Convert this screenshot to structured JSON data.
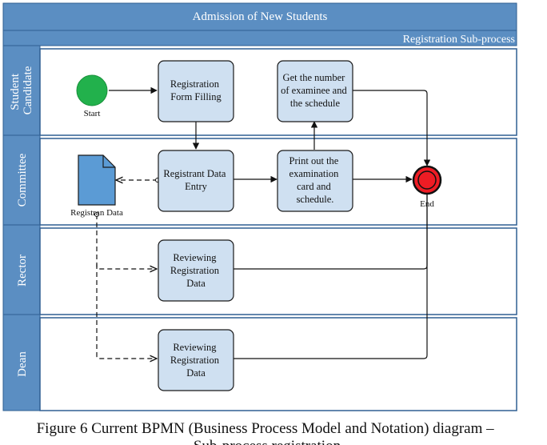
{
  "pool": {
    "title": "Admission of New Students",
    "subprocess_label": "Registration Sub-process"
  },
  "lanes": [
    {
      "lines": [
        "Student",
        "Candidate"
      ]
    },
    {
      "lines": [
        "Committee"
      ]
    },
    {
      "lines": [
        "Rector"
      ]
    },
    {
      "lines": [
        "Dean"
      ]
    }
  ],
  "events": {
    "start": "Start",
    "end": "End"
  },
  "tasks": {
    "form_filling": [
      "Registration",
      "Form Filling"
    ],
    "get_examinee": [
      "Get the number",
      "of examinee and",
      "the schedule"
    ],
    "data_entry": [
      "Registrant Data",
      "Entry"
    ],
    "print_card": [
      "Print out the",
      "examination",
      "card and",
      "schedule."
    ],
    "rector_review": [
      "Reviewing",
      "Registration",
      "Data"
    ],
    "dean_review": [
      "Reviewing",
      "Registration",
      "Data"
    ]
  },
  "data_object": "Registran Data",
  "caption": [
    "Figure 6 Current BPMN (Business Process Model and Notation) diagram –",
    "Sub-process registration"
  ],
  "colors": {
    "header_fill": "#5b8ec2",
    "header_border": "#2f5f92",
    "lane_border": "#2f5f92",
    "task_fill": "#cfe0f1",
    "task_border": "#1a1a1a",
    "start_fill": "#22b14c",
    "end_fill": "#ee1c24",
    "data_fill": "#5b9bd5"
  }
}
